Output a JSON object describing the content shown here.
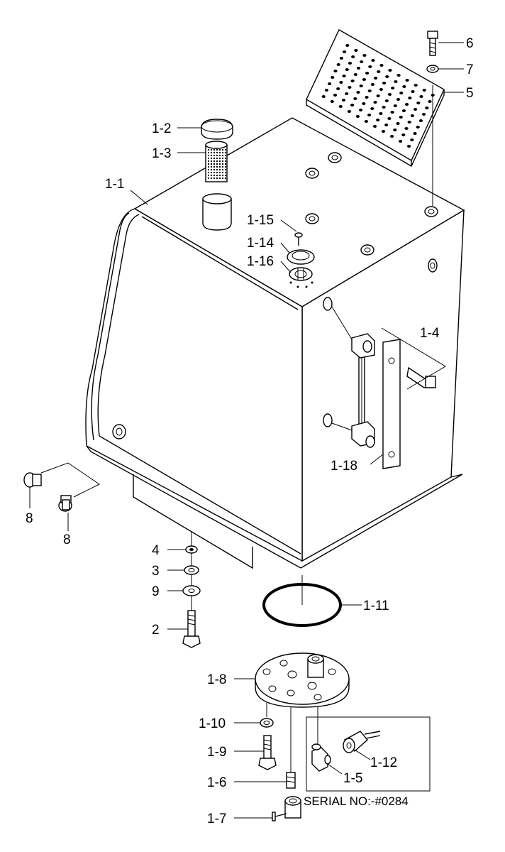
{
  "labels": {
    "l_6": "6",
    "l_7": "7",
    "l_5": "5",
    "l_1_2": "1-2",
    "l_1_3": "1-3",
    "l_1_1": "1-1",
    "l_1_15": "1-15",
    "l_1_14": "1-14",
    "l_1_16": "1-16",
    "l_1_4": "1-4",
    "l_1_18": "1-18",
    "l_8a": "8",
    "l_8b": "8",
    "l_4": "4",
    "l_3": "3",
    "l_9": "9",
    "l_2": "2",
    "l_1_11": "1-11",
    "l_1_8": "1-8",
    "l_1_10": "1-10",
    "l_1_9": "1-9",
    "l_1_6": "1-6",
    "l_1_7": "1-7",
    "l_1_12": "1-12",
    "l_1_5": "1-5"
  },
  "serial_note": "SERIAL NO:-#0284"
}
